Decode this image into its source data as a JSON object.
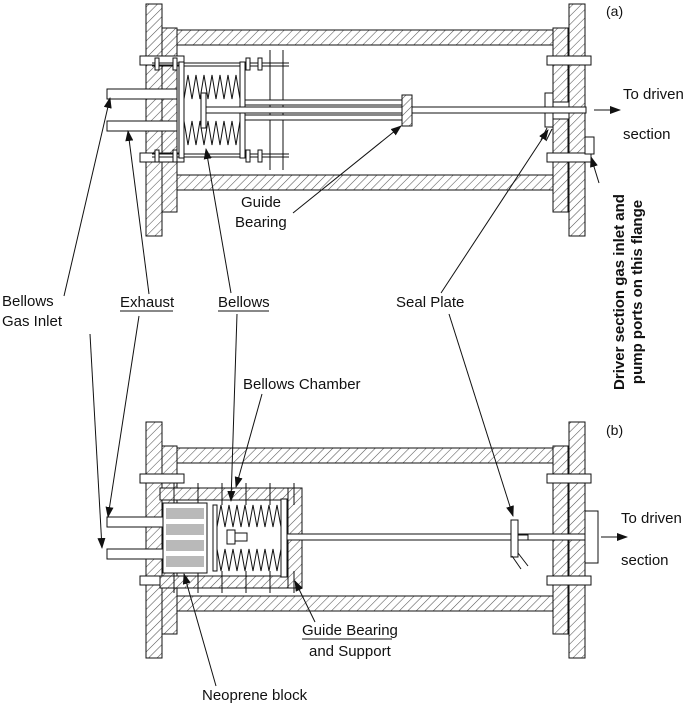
{
  "diagram": {
    "type": "technical-cross-section",
    "panel_a": {
      "tag": "(a)",
      "to_driven_line1": "To driven",
      "to_driven_line2": "section",
      "guide_bearing_line1": "Guide",
      "guide_bearing_line2": "Bearing"
    },
    "panel_b": {
      "tag": "(b)",
      "to_driven_line1": "To driven",
      "to_driven_line2": "section",
      "guide_bearing_support_line1": "Guide Bearing",
      "guide_bearing_support_line2": "and Support",
      "neoprene_block": "Neoprene block",
      "bellows_chamber": "Bellows Chamber"
    },
    "labels": {
      "bellows_gas_inlet_line1": "Bellows",
      "bellows_gas_inlet_line2": "Gas Inlet",
      "exhaust": "Exhaust",
      "bellows": "Bellows",
      "seal_plate": "Seal Plate",
      "flange_note_line1": "Driver section gas inlet and",
      "flange_note_line2": "pump ports on this flange"
    },
    "colors": {
      "ink": "#111111",
      "hatch": "#555555",
      "neoprene_stripe": "#b9b9b9",
      "background": "#ffffff"
    }
  }
}
